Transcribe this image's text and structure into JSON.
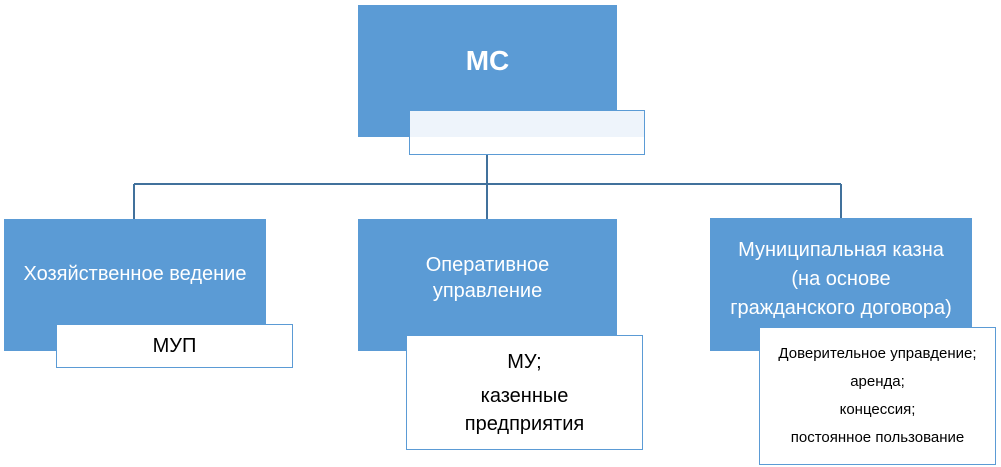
{
  "colors": {
    "node_fill": "#5b9bd5",
    "node_text": "#ffffff",
    "connector": "#41719c",
    "sub_border": "#5b9bd5"
  },
  "root": {
    "title": "МС",
    "sub": ""
  },
  "children": [
    {
      "title_lines": [
        "Хозяйственное ведение"
      ],
      "sub_lines": [
        "МУП"
      ]
    },
    {
      "title_lines": [
        "Оперативное",
        "управление"
      ],
      "sub_lines": [
        "МУ;",
        "казенные",
        "предприятия"
      ]
    },
    {
      "title_lines": [
        "Муниципальная казна",
        "(на основе",
        "гражданского договора)"
      ],
      "sub_lines": [
        "Доверительное управдение;",
        "аренда;",
        "концессия;",
        "постоянное пользование"
      ]
    }
  ]
}
